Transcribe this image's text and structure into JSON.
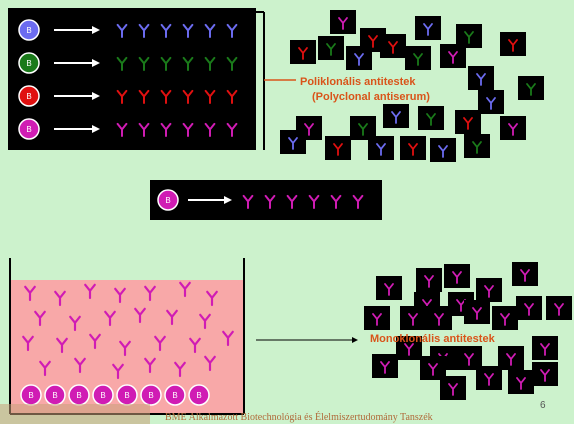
{
  "poly_label_1": "Poliklonális antitestek",
  "poly_label_2": "(Polyclonal antiserum)",
  "mono_label": "Monoklonális antitestek",
  "b_label": "B",
  "footer": "BME Alkalmazott Biotechnológia és Élelmiszertudomány Tanszék",
  "page_number": "6",
  "colors": {
    "blue": "#6c6cf0",
    "green": "#1a7a1a",
    "red": "#e01010",
    "magenta": "#d01cb4",
    "background": "#ccf2cc",
    "dish": "#f8a8a8"
  }
}
